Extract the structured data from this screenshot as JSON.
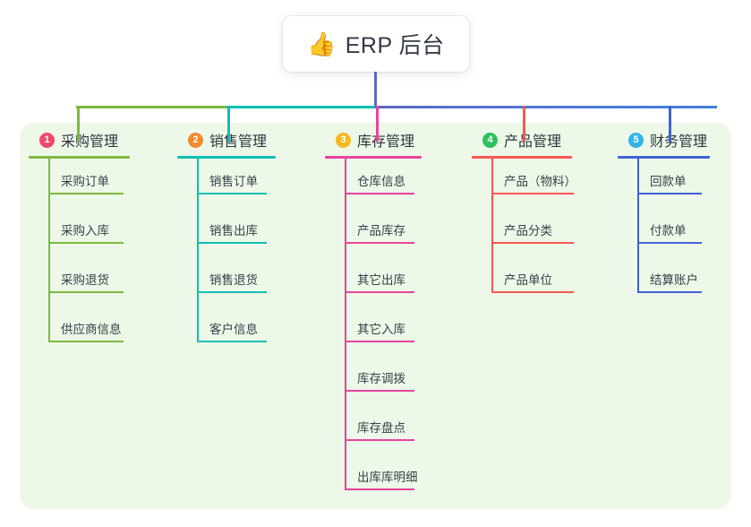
{
  "diagram": {
    "type": "mind-map",
    "root": {
      "icon": "thumbs-up-icon",
      "emoji": "👍",
      "title": "ERP 后台"
    },
    "panel_color": "#eef8e8",
    "branches": [
      {
        "number": "1",
        "title": "采购管理",
        "color": "#7fb83f",
        "badge_color": "#ef4a6b",
        "items": [
          "采购订单",
          "采购入库",
          "采购退货",
          "供应商信息"
        ]
      },
      {
        "number": "2",
        "title": "销售管理",
        "color": "#0dbfb2",
        "badge_color": "#f28a2e",
        "items": [
          "销售订单",
          "销售出库",
          "销售退货",
          "客户信息"
        ]
      },
      {
        "number": "3",
        "title": "库存管理",
        "color": "#e8449c",
        "badge_color": "#f5b921",
        "items": [
          "仓库信息",
          "产品库存",
          "其它出库",
          "其它入库",
          "库存调拨",
          "库存盘点",
          "出库库明细"
        ]
      },
      {
        "number": "4",
        "title": "产品管理",
        "color": "#f65a52",
        "badge_color": "#2ec25e",
        "items": [
          "产品（物料）",
          "产品分类",
          "产品单位"
        ]
      },
      {
        "number": "5",
        "title": "财务管理",
        "color": "#3f63d6",
        "badge_color": "#35b3e8",
        "items": [
          "回款单",
          "付款单",
          "结算账户"
        ]
      }
    ]
  }
}
